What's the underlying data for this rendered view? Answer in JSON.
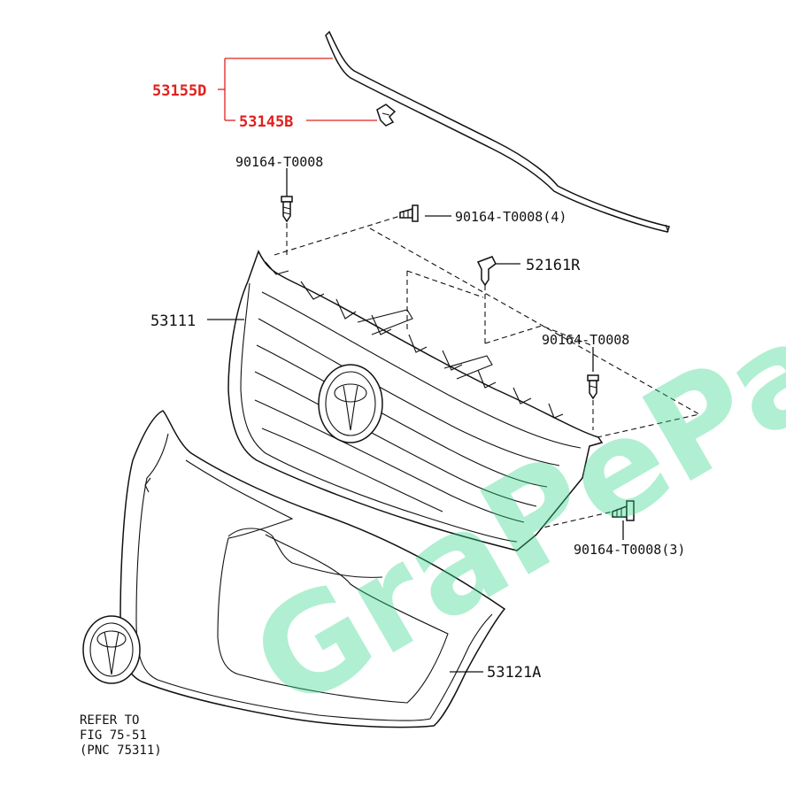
{
  "watermark": "GraPeParts",
  "callouts": {
    "hood_weatherstrip": "53155D",
    "weatherstrip_clip": "53145B",
    "screw_top": "90164-T0008",
    "screw_upper_qty": "90164-T0008(4)",
    "clip_right": "52161R",
    "screw_right": "90164-T0008",
    "screw_lower_qty": "90164-T0008(3)",
    "grille_body": "53111",
    "grille_cover": "53121A"
  },
  "emblem_reference": {
    "line1": "REFER TO",
    "line2": "FIG 75-51",
    "line3": "(PNC 75311)"
  },
  "colors": {
    "highlight_red": "#e0201c",
    "watermark_green": "#2fd58a",
    "line_black": "#111111"
  }
}
